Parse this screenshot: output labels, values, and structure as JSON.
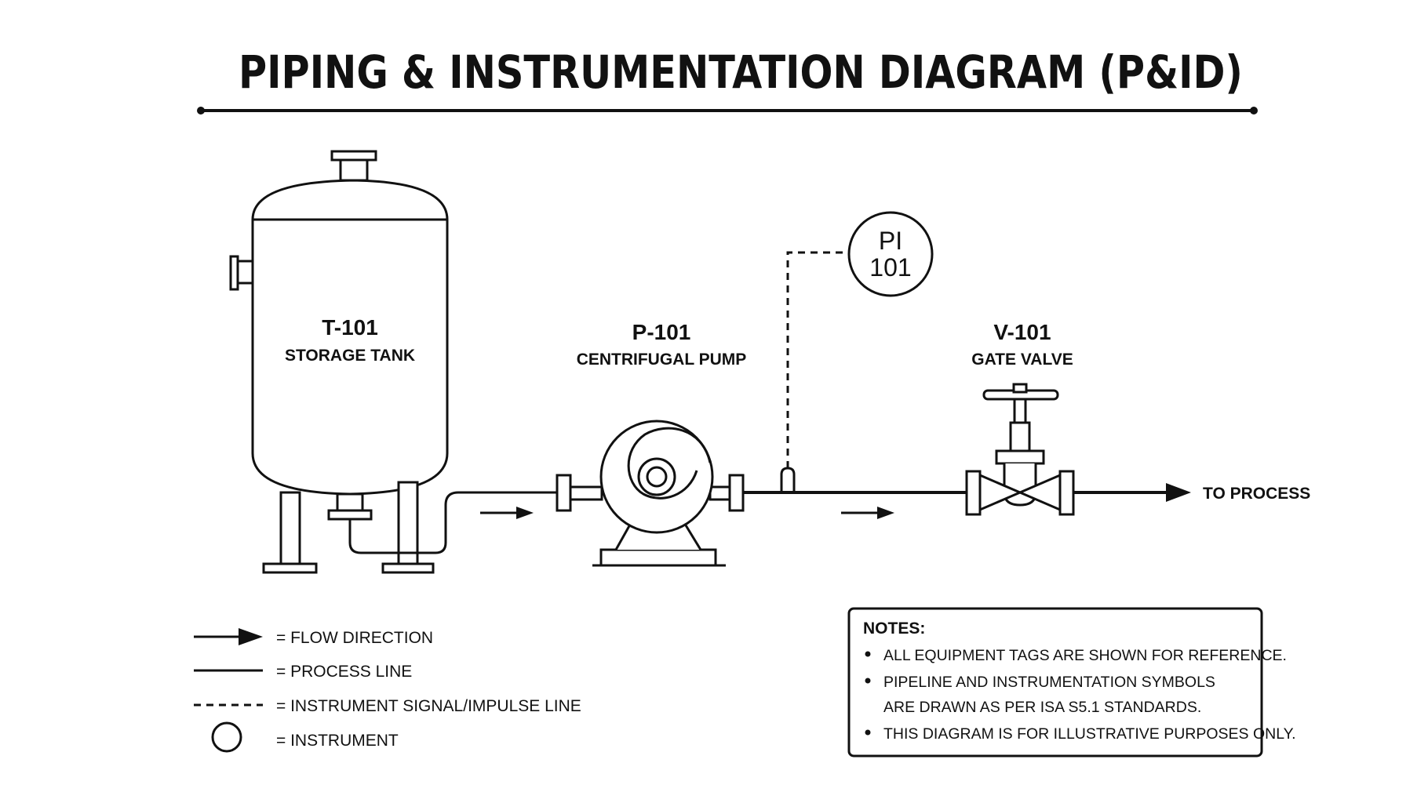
{
  "title": "PIPING & INSTRUMENTATION DIAGRAM (P&ID)",
  "equipment": {
    "tank": {
      "tag": "T-101",
      "description": "STORAGE TANK"
    },
    "pump": {
      "tag": "P-101",
      "description": "CENTRIFUGAL PUMP"
    },
    "valve": {
      "tag": "V-101",
      "description": "GATE  VALVE"
    },
    "instrument": {
      "letters": "PI",
      "number": "101"
    }
  },
  "outlet_label": "TO PROCESS",
  "legend": [
    {
      "symbol": "arrow",
      "text": "= FLOW DIRECTION"
    },
    {
      "symbol": "solid",
      "text": "= PROCESS LINE"
    },
    {
      "symbol": "dashed",
      "text": "= INSTRUMENT SIGNAL/IMPULSE LINE"
    },
    {
      "symbol": "circle",
      "text": "= INSTRUMENT"
    }
  ],
  "notes": {
    "heading": "NOTES:",
    "bullets": [
      "ALL EQUIPMENT TAGS ARE SHOWN FOR REFERENCE.",
      "PIPELINE AND INSTRUMENTATION SYMBOLS",
      "THIS DIAGRAM IS FOR ILLUSTRATIVE PURPOSES ONLY."
    ],
    "continuation": "ARE DRAWN AS PER ISA S5.1 STANDARDS."
  }
}
